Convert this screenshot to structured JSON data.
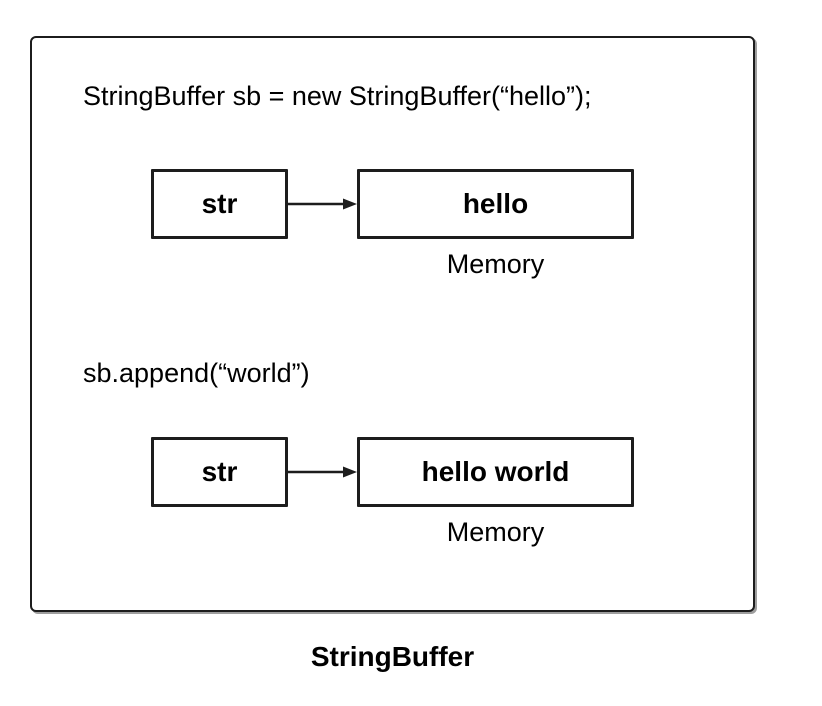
{
  "colors": {
    "background": "#ffffff",
    "line": "#1d1d1d",
    "text": "#000000",
    "frame_shadow": "#9e9e9e"
  },
  "icons": {
    "arrow": "right-arrow-icon"
  },
  "diagram": {
    "caption": "StringBuffer",
    "steps": [
      {
        "statement": "StringBuffer sb = new StringBuffer(“hello”);",
        "variable": "str",
        "value": "hello",
        "memory_label": "Memory"
      },
      {
        "statement": "sb.append(“world”)",
        "variable": "str",
        "value": "hello world",
        "memory_label": "Memory"
      }
    ]
  }
}
